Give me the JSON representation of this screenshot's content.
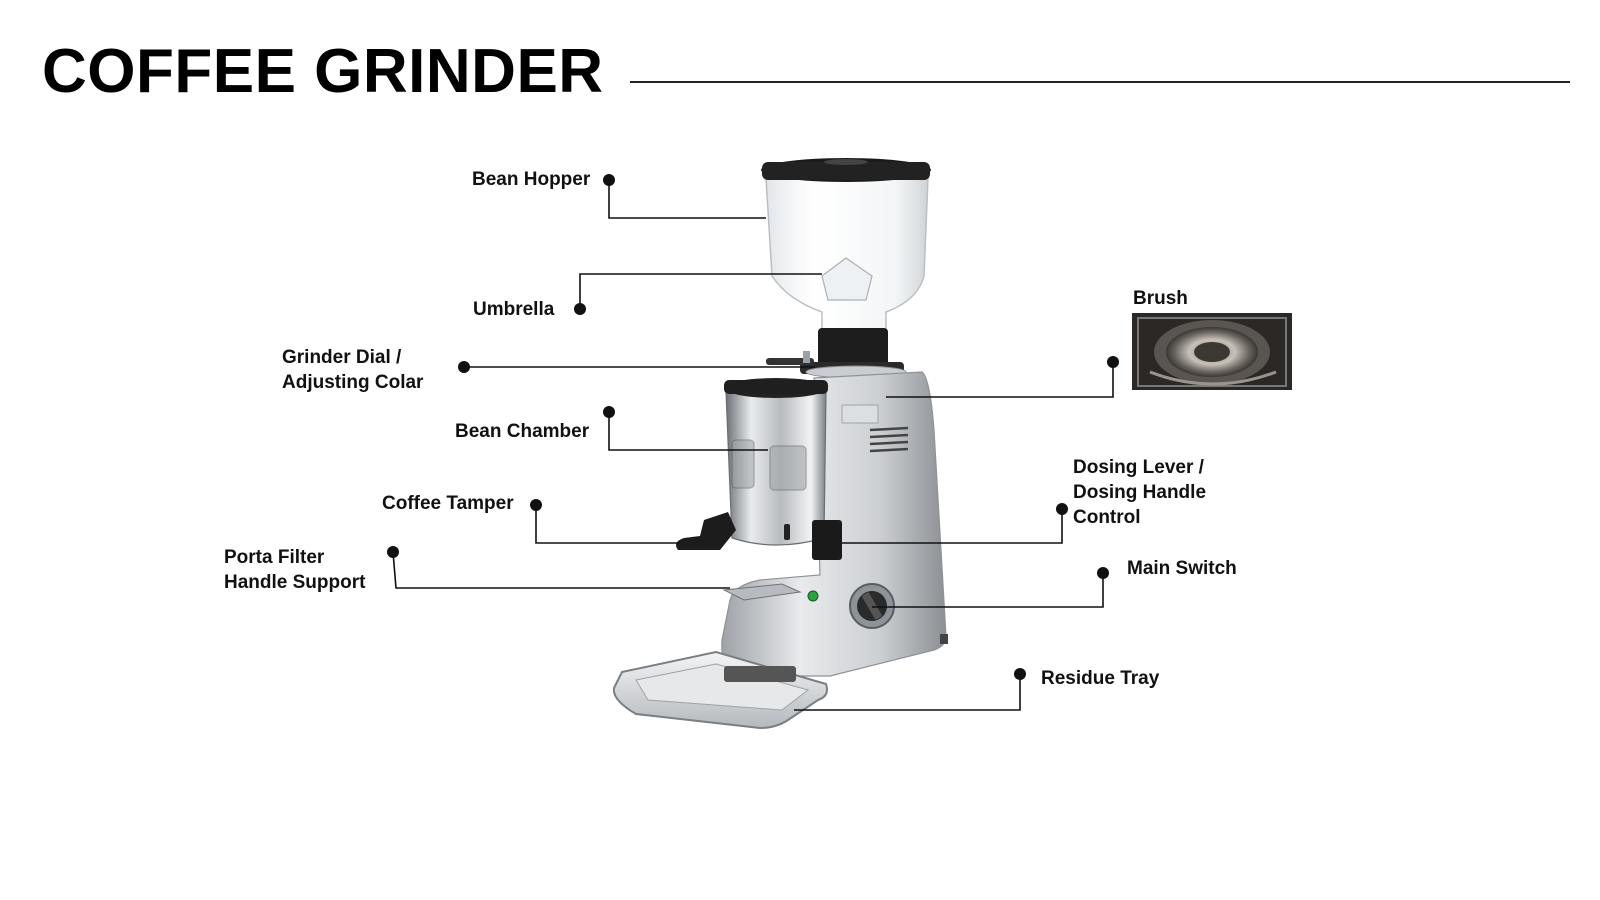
{
  "title": "COFFEE GRINDER",
  "parts": {
    "bean_hopper": "Bean Hopper",
    "umbrella": "Umbrella",
    "grinder_dial": [
      "Grinder Dial /",
      "Adjusting Colar"
    ],
    "bean_chamber": "Bean Chamber",
    "coffee_tamper": "Coffee Tamper",
    "porta_filter": [
      "Porta Filter",
      "Handle Support"
    ],
    "brush": "Brush",
    "dosing_lever": [
      "Dosing Lever /",
      "Dosing Handle",
      "Control"
    ],
    "main_switch": "Main Switch",
    "residue_tray": "Residue Tray"
  }
}
